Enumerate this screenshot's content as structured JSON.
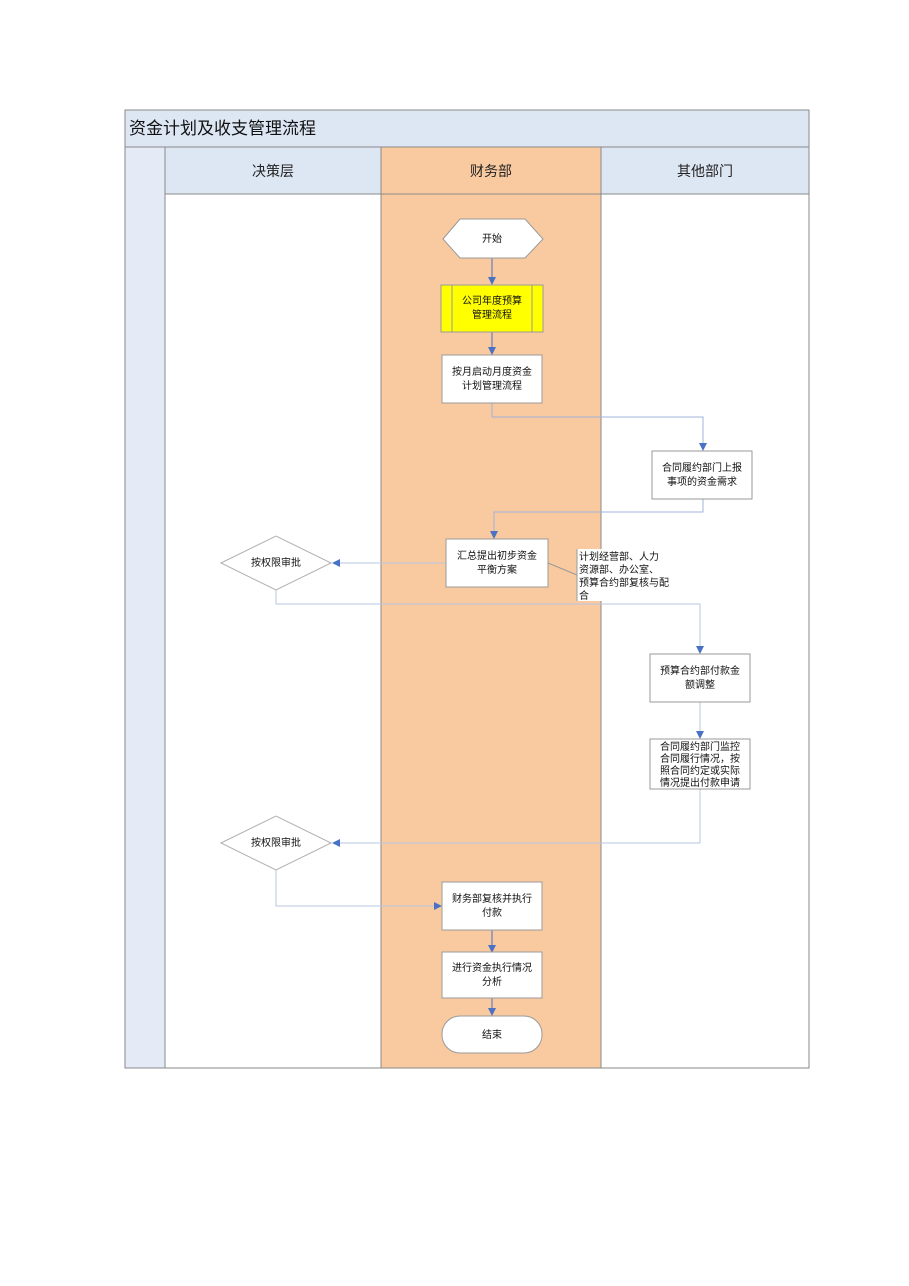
{
  "title": "资金计划及收支管理流程",
  "lanes": {
    "decision": "决策层",
    "finance": "财务部",
    "others": "其他部门"
  },
  "nodes": {
    "start": "开始",
    "annual_budget": [
      "公司年度预算",
      "管理流程"
    ],
    "monthly_plan": [
      "按月启动月度资金",
      "计划管理流程"
    ],
    "dept_report": [
      "合同履约部门上报",
      "事项的资金需求"
    ],
    "summary_plan": [
      "汇总提出初步资金",
      "平衡方案"
    ],
    "approval_1": "按权限审批",
    "note": [
      "计划经营部、人力",
      "资源部、办公室、",
      "预算合约部复核与配",
      "合"
    ],
    "budget_adjust": [
      "预算合约部付款金",
      "额调整"
    ],
    "dept_apply": [
      "合同履约部门监控",
      "合同履行情况，按",
      "照合同约定或实际",
      "情况提出付款申请"
    ],
    "approval_2": "按权限审批",
    "finance_pay": [
      "财务部复核并执行",
      "付款"
    ],
    "analysis": [
      "进行资金执行情况",
      "分析"
    ],
    "end": "结束"
  },
  "colors": {
    "lane_header_bg": "#dde6f3",
    "side_column_bg": "#e4ebf6",
    "finance_lane_bg": "#f9c9a0",
    "highlight_node": "#ffff00",
    "arrow": "#4a72c4",
    "border": "#8a8a8a"
  }
}
